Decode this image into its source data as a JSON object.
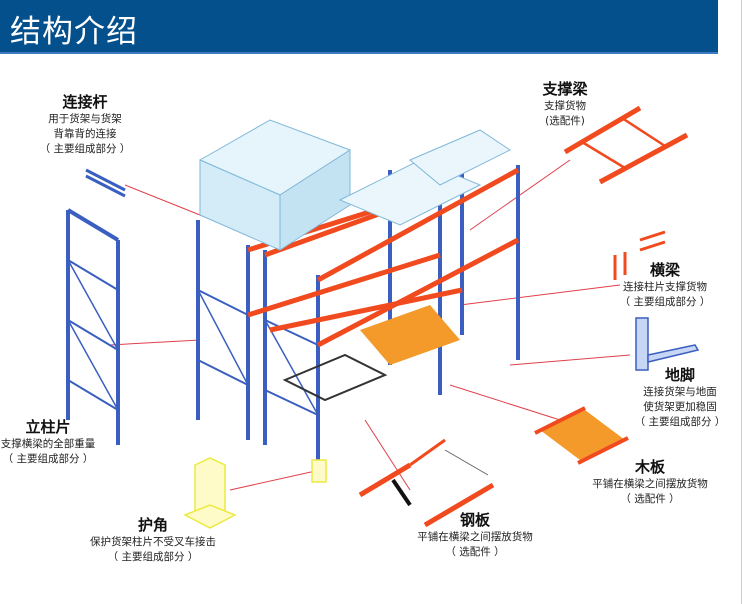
{
  "header": {
    "title": "结构介绍"
  },
  "colors": {
    "header_bg": "#04508c",
    "upright": "#3a5fc0",
    "beam": "#f04a1e",
    "plank": "#f39a2a",
    "guard": "#f2ee4a",
    "leader": "#e0404a"
  },
  "components": {
    "connector": {
      "title": "连接杆",
      "lines": [
        "用于货架与货架",
        "背靠背的连接",
        "（ 主要组成部分 ）"
      ]
    },
    "support_beam": {
      "title": "支撑梁",
      "lines": [
        "支撑货物",
        "(选配件)"
      ]
    },
    "beam": {
      "title": "横梁",
      "lines": [
        "连接柱片支撑货物",
        "（ 主要组成部分 ）"
      ]
    },
    "foot": {
      "title": "地脚",
      "lines": [
        "连接货架与地面",
        "使货架更加稳固",
        "（ 主要组成部分 ）"
      ]
    },
    "wood_plank": {
      "title": "木板",
      "lines": [
        "平铺在横梁之间摆放货物",
        "（ 选配件 ）"
      ]
    },
    "upright_frame": {
      "title": "立柱片",
      "lines": [
        "支撑横梁的全部重量",
        "（ 主要组成部分 ）"
      ]
    },
    "corner_guard": {
      "title": "护角",
      "lines": [
        "保护货架柱片不受叉车接击",
        "（ 主要组成部分 ）"
      ]
    },
    "steel_plate": {
      "title": "钢板",
      "lines": [
        "平铺在横梁之间摆放货物",
        "（ 选配件 ）"
      ]
    }
  }
}
